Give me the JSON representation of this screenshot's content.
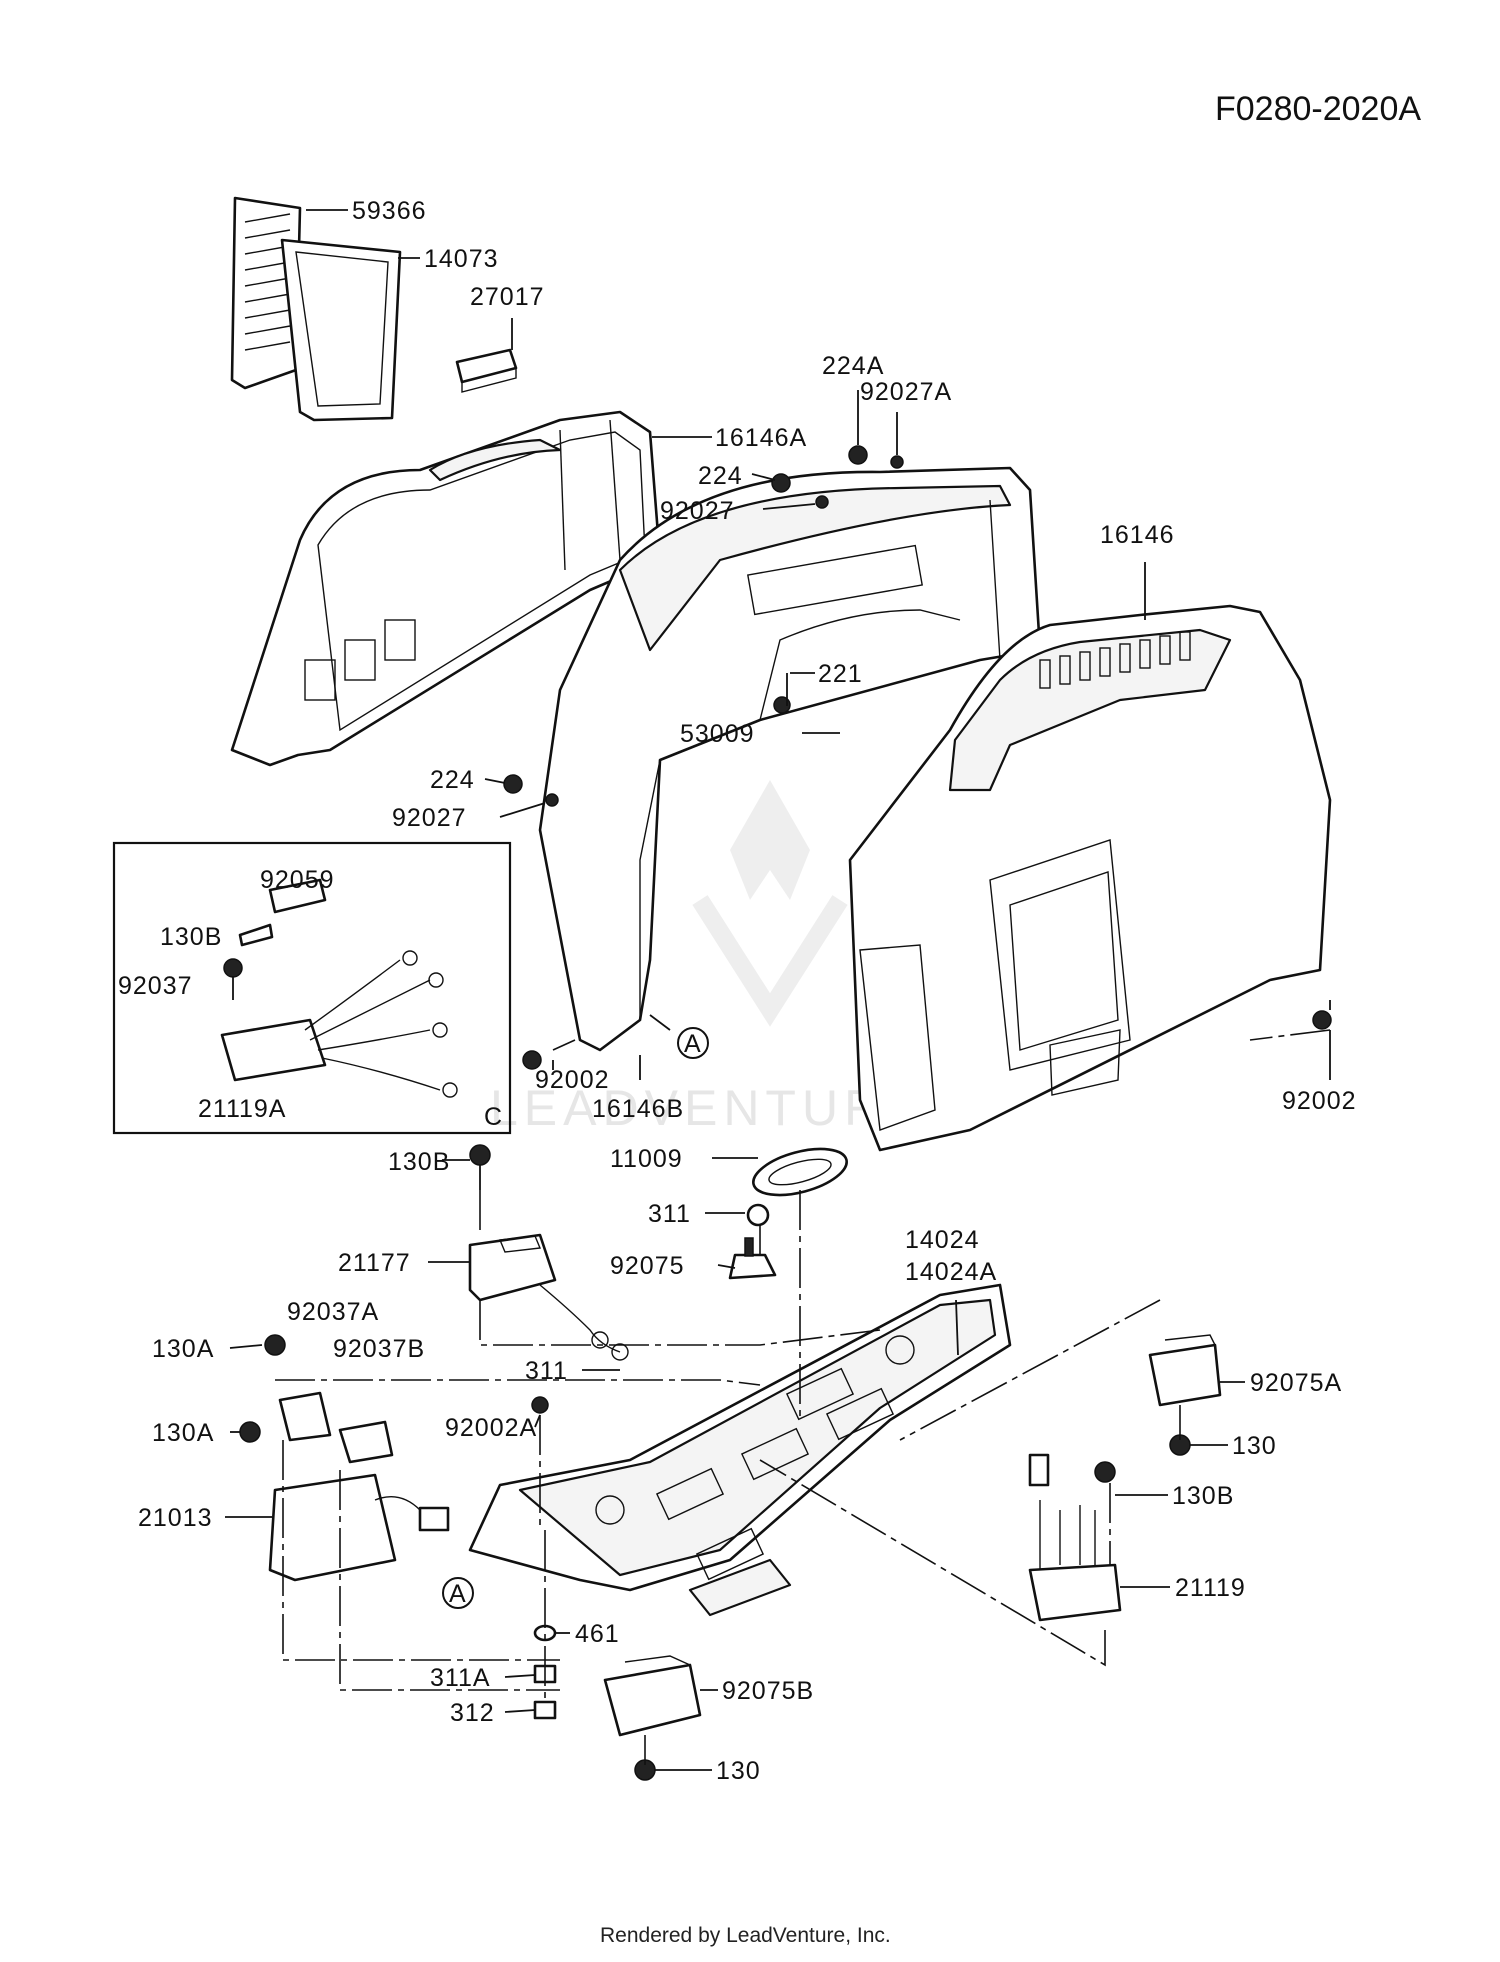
{
  "diagram_id": "F0280-2020A",
  "footer": "Rendered by LeadVenture, Inc.",
  "watermark": "LEADVENTURE",
  "inset_letter": "C",
  "ref_marker": "A",
  "labels": {
    "p59366": "59366",
    "p14073": "14073",
    "p27017": "27017",
    "p16146A": "16146A",
    "p224A": "224A",
    "p92027A": "92027A",
    "p224_top": "224",
    "p92027_top": "92027",
    "p16146": "16146",
    "p221": "221",
    "p53009": "53009",
    "p224_mid": "224",
    "p92027_mid": "92027",
    "p92059": "92059",
    "p130B_inset": "130B",
    "p92037": "92037",
    "p21119A": "21119A",
    "p92002_left": "92002",
    "p16146B": "16146B",
    "p92002_right": "92002",
    "p11009": "11009",
    "p130B_mid": "130B",
    "p311_top": "311",
    "p92075": "92075",
    "p14024": "14024",
    "p14024A": "14024A",
    "p21177": "21177",
    "p92037A": "92037A",
    "p92037B": "92037B",
    "p130A_1": "130A",
    "p130A_2": "130A",
    "p311_mid": "311",
    "p92002A": "92002A",
    "p92075A": "92075A",
    "p130_right": "130",
    "p130B_right": "130B",
    "p21013": "21013",
    "p21119": "21119",
    "p461": "461",
    "p311A": "311A",
    "p312": "312",
    "p92075B": "92075B",
    "p130_bottom": "130"
  }
}
